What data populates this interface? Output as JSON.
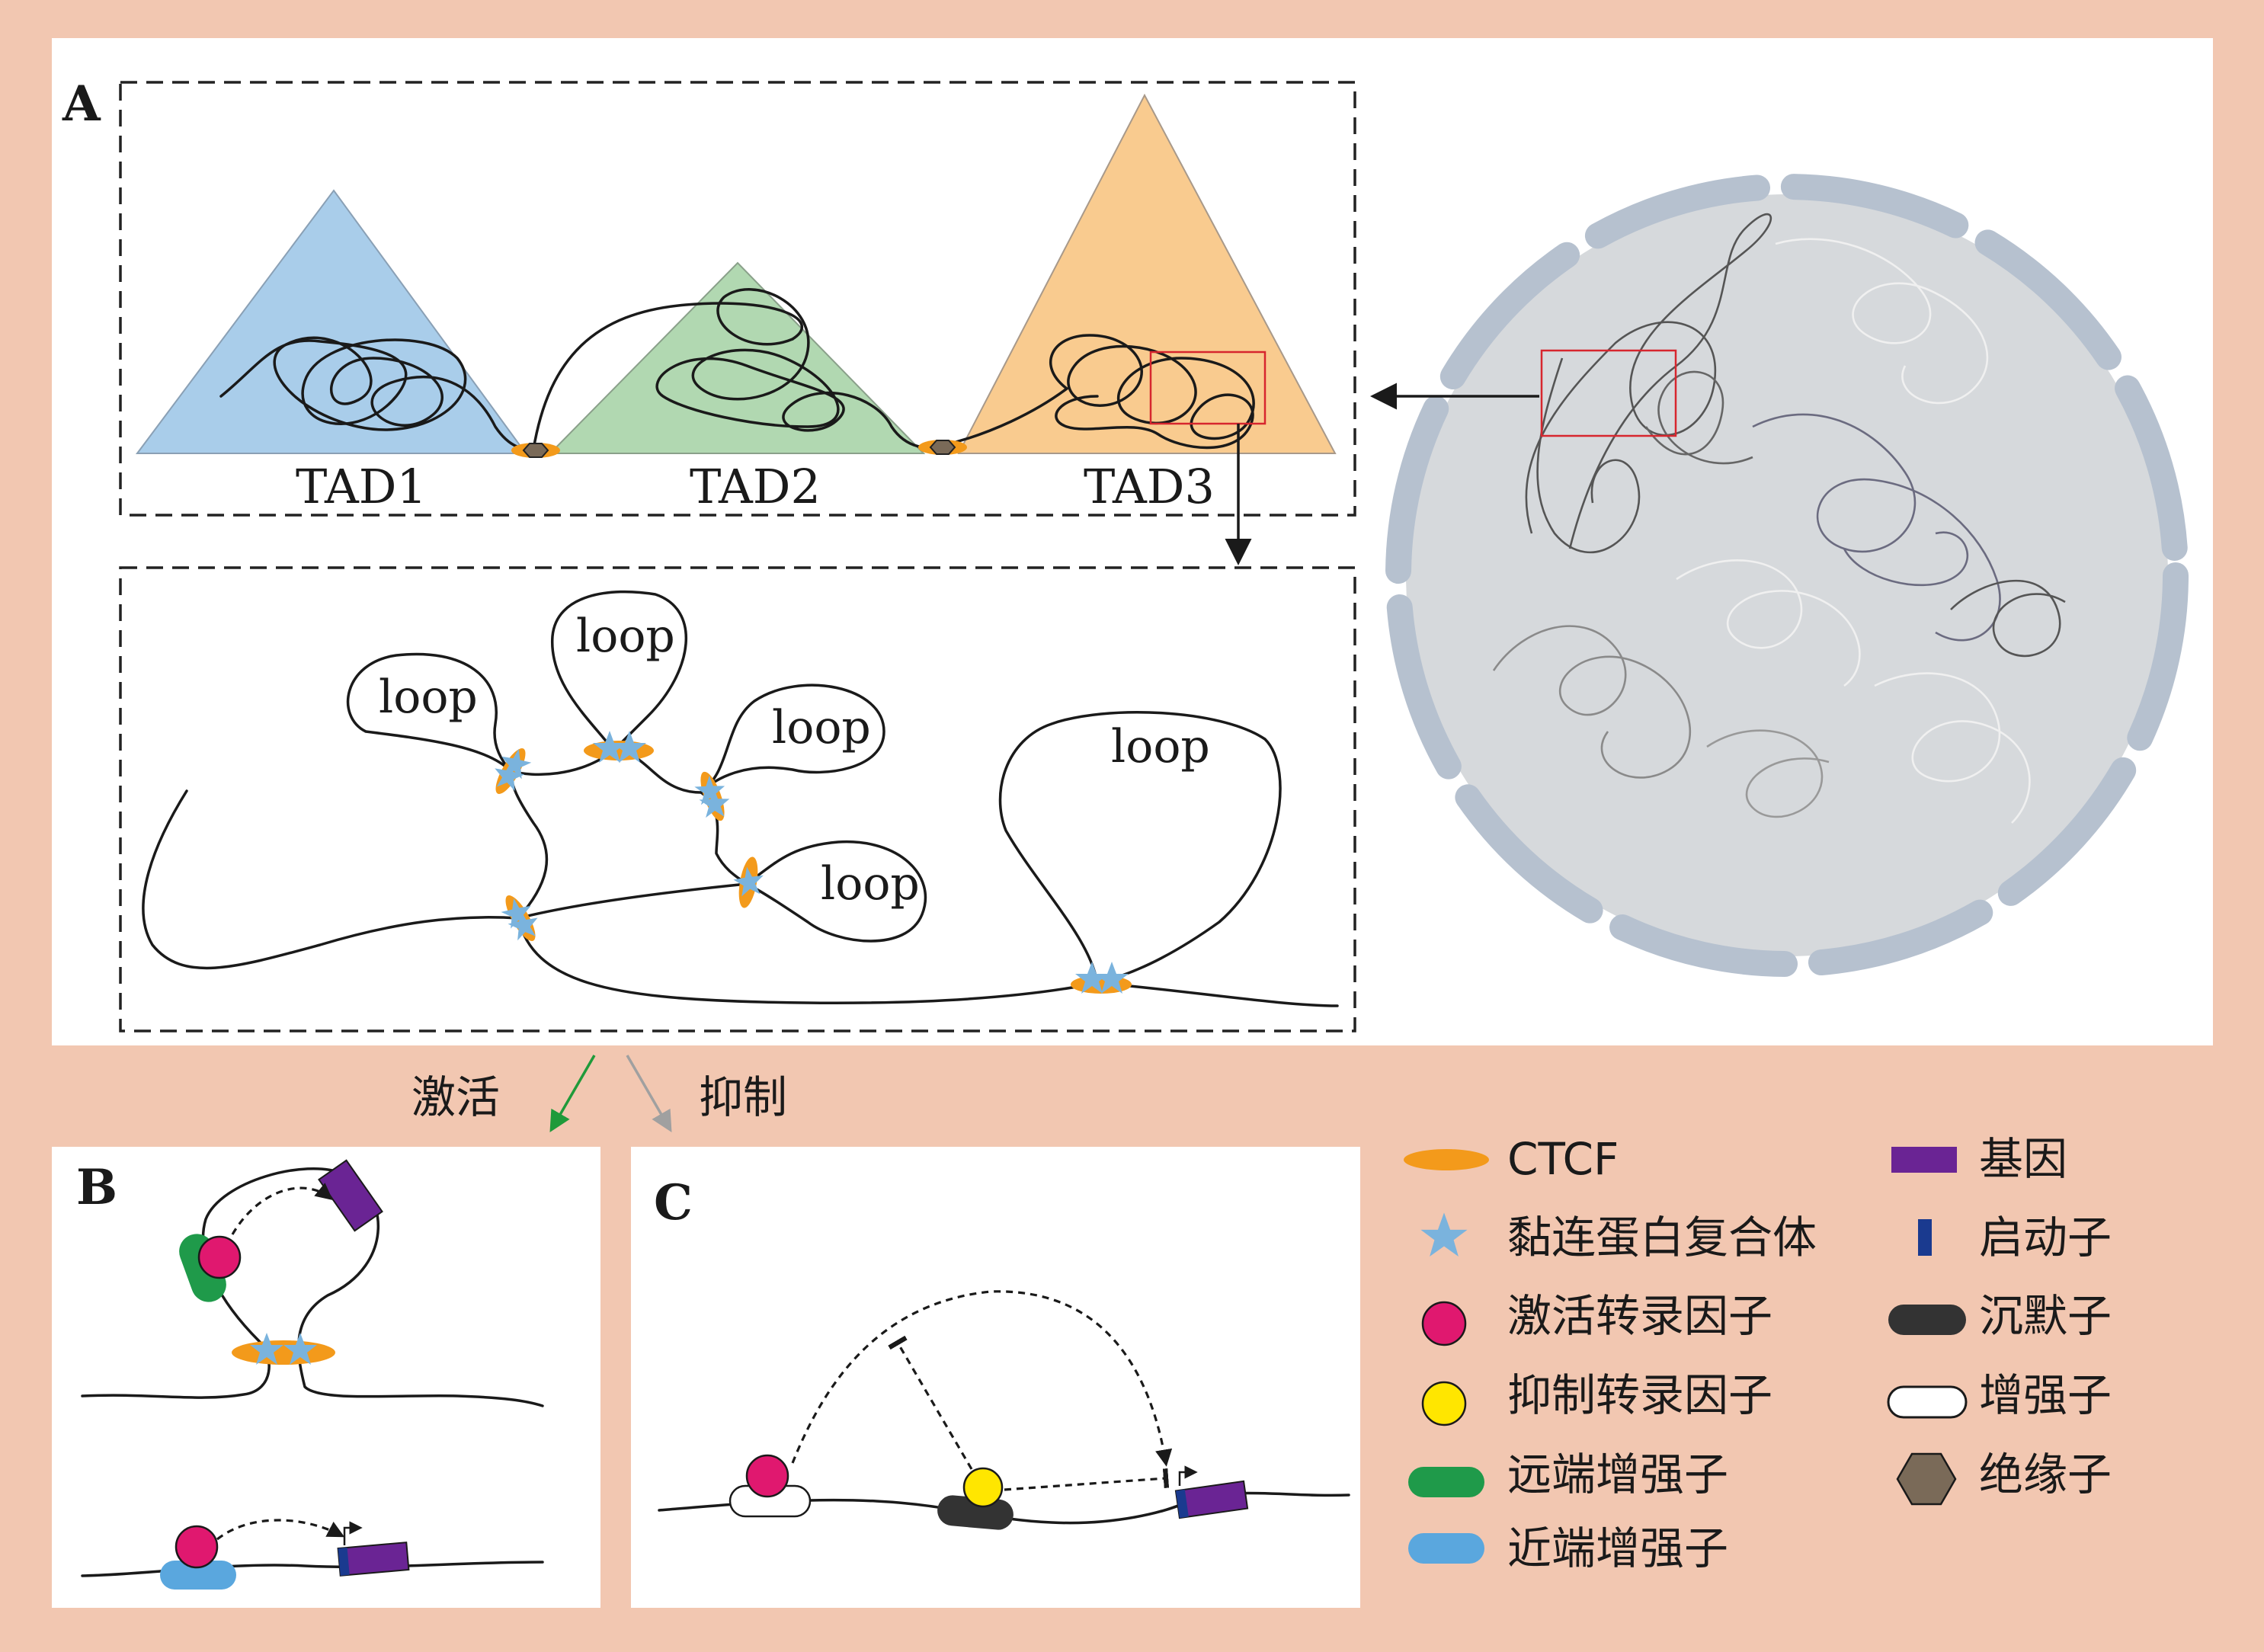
{
  "panels": {
    "a": {
      "letter": "A",
      "tads": [
        "TAD1",
        "TAD2",
        "TAD3"
      ],
      "loop_label": "loop",
      "colors": {
        "tad1": "#a9cdea",
        "tad2": "#b1d8b1",
        "tad3": "#f9cb8f",
        "nucleus": "#d6d9dc",
        "envelope": "#b6c1cf",
        "highlight_box": "#d7262e"
      }
    },
    "b": {
      "letter": "B"
    },
    "c": {
      "letter": "C"
    }
  },
  "transitions": {
    "activate": "激活",
    "repress": "抑制",
    "activate_color": "#1f9a3a",
    "repress_color": "#a0a0a0"
  },
  "legend": {
    "left": [
      {
        "label": "CTCF",
        "icon": "ctcf-ellipse",
        "color": "#f39a1b"
      },
      {
        "label": "黏连蛋白复合体",
        "icon": "cohesin-star",
        "color": "#7ab3dd"
      },
      {
        "label": "激活转录因子",
        "icon": "activator-circle",
        "color": "#e0186f"
      },
      {
        "label": "抑制转录因子",
        "icon": "repressor-circle",
        "color": "#ffe600"
      },
      {
        "label": "远端增强子",
        "icon": "distal-enhancer-pill",
        "color": "#1f9a4a"
      },
      {
        "label": "近端增强子",
        "icon": "proximal-enhancer-pill",
        "color": "#5aa7de"
      }
    ],
    "right": [
      {
        "label": "基因",
        "icon": "gene-rect",
        "color": "#6a2494"
      },
      {
        "label": "启动子",
        "icon": "promoter-bar",
        "color": "#1a3a8f"
      },
      {
        "label": "沉默子",
        "icon": "silencer-pill",
        "color": "#333333"
      },
      {
        "label": "增强子",
        "icon": "enhancer-pill",
        "color": "#ffffff"
      },
      {
        "label": "绝缘子",
        "icon": "insulator-hexagon",
        "color": "#7a6a58"
      }
    ]
  }
}
